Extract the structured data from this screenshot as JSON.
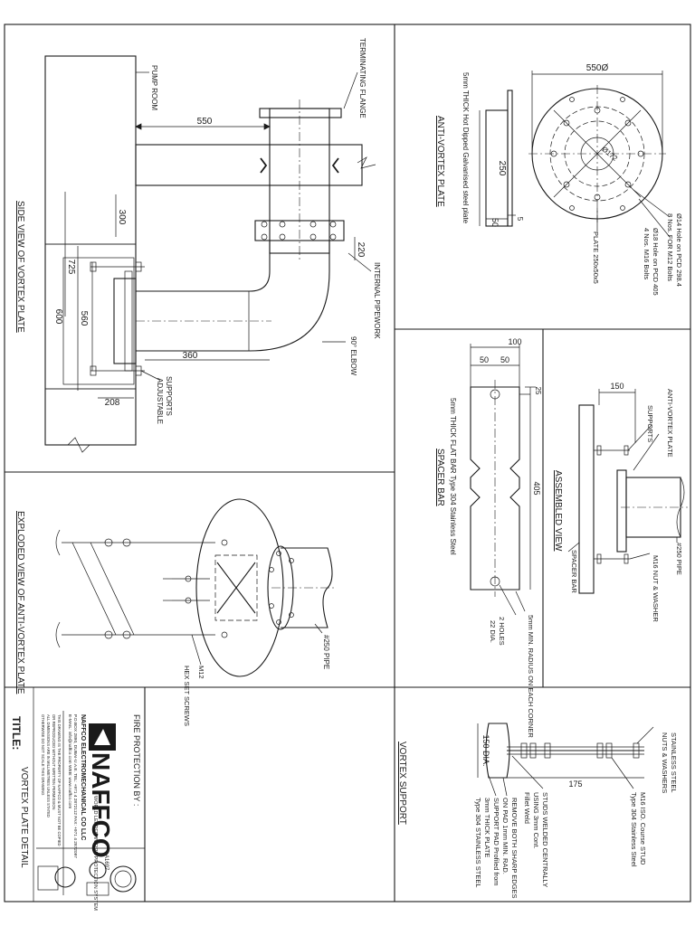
{
  "side_view": {
    "title": "SIDE VIEW OF VORTEX PLATE",
    "labels": {
      "pump_room": "PUMP ROOM",
      "terminating_flange": "TERMINATING FLANGE",
      "internal_pipework": "INTERNAL PIPEWORK",
      "elbow": "90° ELBOW",
      "supports": "SUPPORTS",
      "adjustable": "ADJUSTABLE"
    },
    "dims": {
      "d550": "550",
      "d300": "300",
      "d725": "725",
      "d600": "600",
      "d560": "560",
      "d360": "360",
      "d208": "208",
      "d220": "220"
    }
  },
  "anti_vortex_plate": {
    "title": "ANTI-VORTEX PLATE",
    "note": "5mm THICK Hot Dipped Galvanised steel plate",
    "dims": {
      "d550": "550Ø",
      "d250": "250",
      "d50": "50",
      "d5": "5"
    },
    "callouts": [
      "Ø14 Hole on PCD 298.4",
      "8 Nos. FOR M12 Bolts",
      "Ø18 Hole on PCD 405",
      "4 Nos. M16 Bolts",
      "PLATE 250x50x5"
    ],
    "center_label": "Ø172"
  },
  "spacer_bar": {
    "title": "SPACER BAR",
    "note": "5mm THICK FLAT BAR Type 304 Stainless Steel",
    "dims": {
      "d100": "100",
      "d50a": "50",
      "d50b": "50",
      "d25": "25",
      "d405": "405"
    },
    "callouts": [
      "5mm MIN. RADIUS ON EACH CORNER",
      "2 HOLES",
      "22 DIA."
    ]
  },
  "assembled_view": {
    "title": "ASSEMBLED VIEW",
    "dims": {
      "d150": "150"
    },
    "labels": {
      "anti_vortex_plate": "ANTI-VORTEX PLATE",
      "supports": "SUPPORTS",
      "pipe": "#250 PIPE",
      "nut_washer": "M16 NUT & WASHER",
      "spacer_bar": "SPACER BAR"
    }
  },
  "exploded_view": {
    "title": "EXPLODED VIEW OF ANTI-VORTEX PLATE",
    "labels": {
      "m12": "M12",
      "hex_screws": "HEX SET SCREWS",
      "pipe": "#250 PIPE"
    }
  },
  "vortex_support": {
    "title": "VORTEX SUPPORT",
    "dims": {
      "d150": "150 DIA.",
      "d175": "175"
    },
    "callouts": [
      "STAINLESS STEEL",
      "NUTS & WASHERS",
      "M16 ISO. Course STUD",
      "Type 304 Stainless Steel",
      "STUDS WELDED CENTRALLY",
      "USING 3mm Cont.",
      "Fillet Weld",
      "REMOVE BOTH SHARP EDGES",
      "ON PAD 1mm MIN. RAD.",
      "SUPPORT PAD Profiled from",
      "3mm THICK PLATE",
      "Type 304 STAINLESS STEEL"
    ]
  },
  "title_block": {
    "fire_protection_by": "FIRE PROTECTION BY :",
    "brand": "NAFFCO",
    "tagline": "WORLD LEADER IN FIRE PROTECTION SYSTEM",
    "company": "NAFFCO ELECTROMECHANICAL CO LLC",
    "address": "P.O.BOX 2890, DUBAI-U.A.E.  TEL: +971 4 2872112  FAX: +971 4 2872097",
    "email": "E-MAIL: info@naffco.com  WEB: www.naffco.com",
    "fine_print": [
      "THIS DRAWING IS THE PROPERTY OF NAFFCO & MUST NOT BE COPIED",
      "OR REPRODUCED WITHOUT WRITTEN PERMISSION",
      "ALL DIMENSIONS ARE IN MILLIMETRES UNLESS STATED",
      "OTHERWISE DO NOT SCALE THIS DRAWING"
    ],
    "title_label": "TITLE:",
    "title": "VORTEX PLATE DETAIL",
    "badge_code": "A1697"
  }
}
